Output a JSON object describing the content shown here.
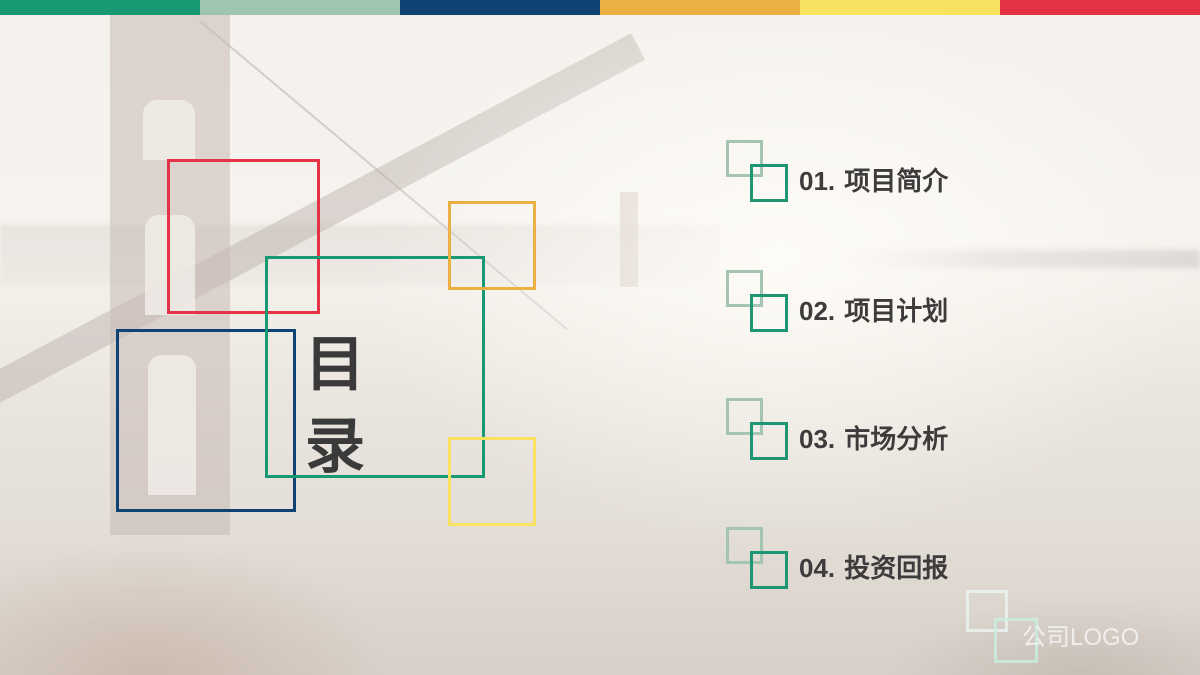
{
  "slide": {
    "title_chars": [
      "目",
      "录"
    ],
    "title": "目录",
    "colors": {
      "bar_green": "#179a73",
      "bar_sage": "#9ec5b0",
      "bar_navy": "#0f4374",
      "bar_orange": "#ebb044",
      "bar_yellow": "#f8e25f",
      "bar_red": "#e33344",
      "text_dark": "#3d3b3b",
      "icon_front": "#1e9573",
      "icon_back": "#a3c5b2"
    },
    "top_bar": [
      "#179a73",
      "#9ec5b0",
      "#0f4374",
      "#ebb044",
      "#f8e25f",
      "#e33344"
    ],
    "frames": [
      {
        "name": "red-frame",
        "color": "#e33344"
      },
      {
        "name": "navy-frame",
        "color": "#0f4374"
      },
      {
        "name": "green-frame",
        "color": "#179a73"
      },
      {
        "name": "orange-frame",
        "color": "#ebb044"
      },
      {
        "name": "yellow-frame",
        "color": "#f8e25f"
      }
    ],
    "toc": [
      {
        "number": "01.",
        "label": "项目简介"
      },
      {
        "number": "02.",
        "label": "项目计划"
      },
      {
        "number": "03.",
        "label": "市场分析"
      },
      {
        "number": "04.",
        "label": "投资回报"
      }
    ],
    "logo_text": "公司LOGO"
  }
}
